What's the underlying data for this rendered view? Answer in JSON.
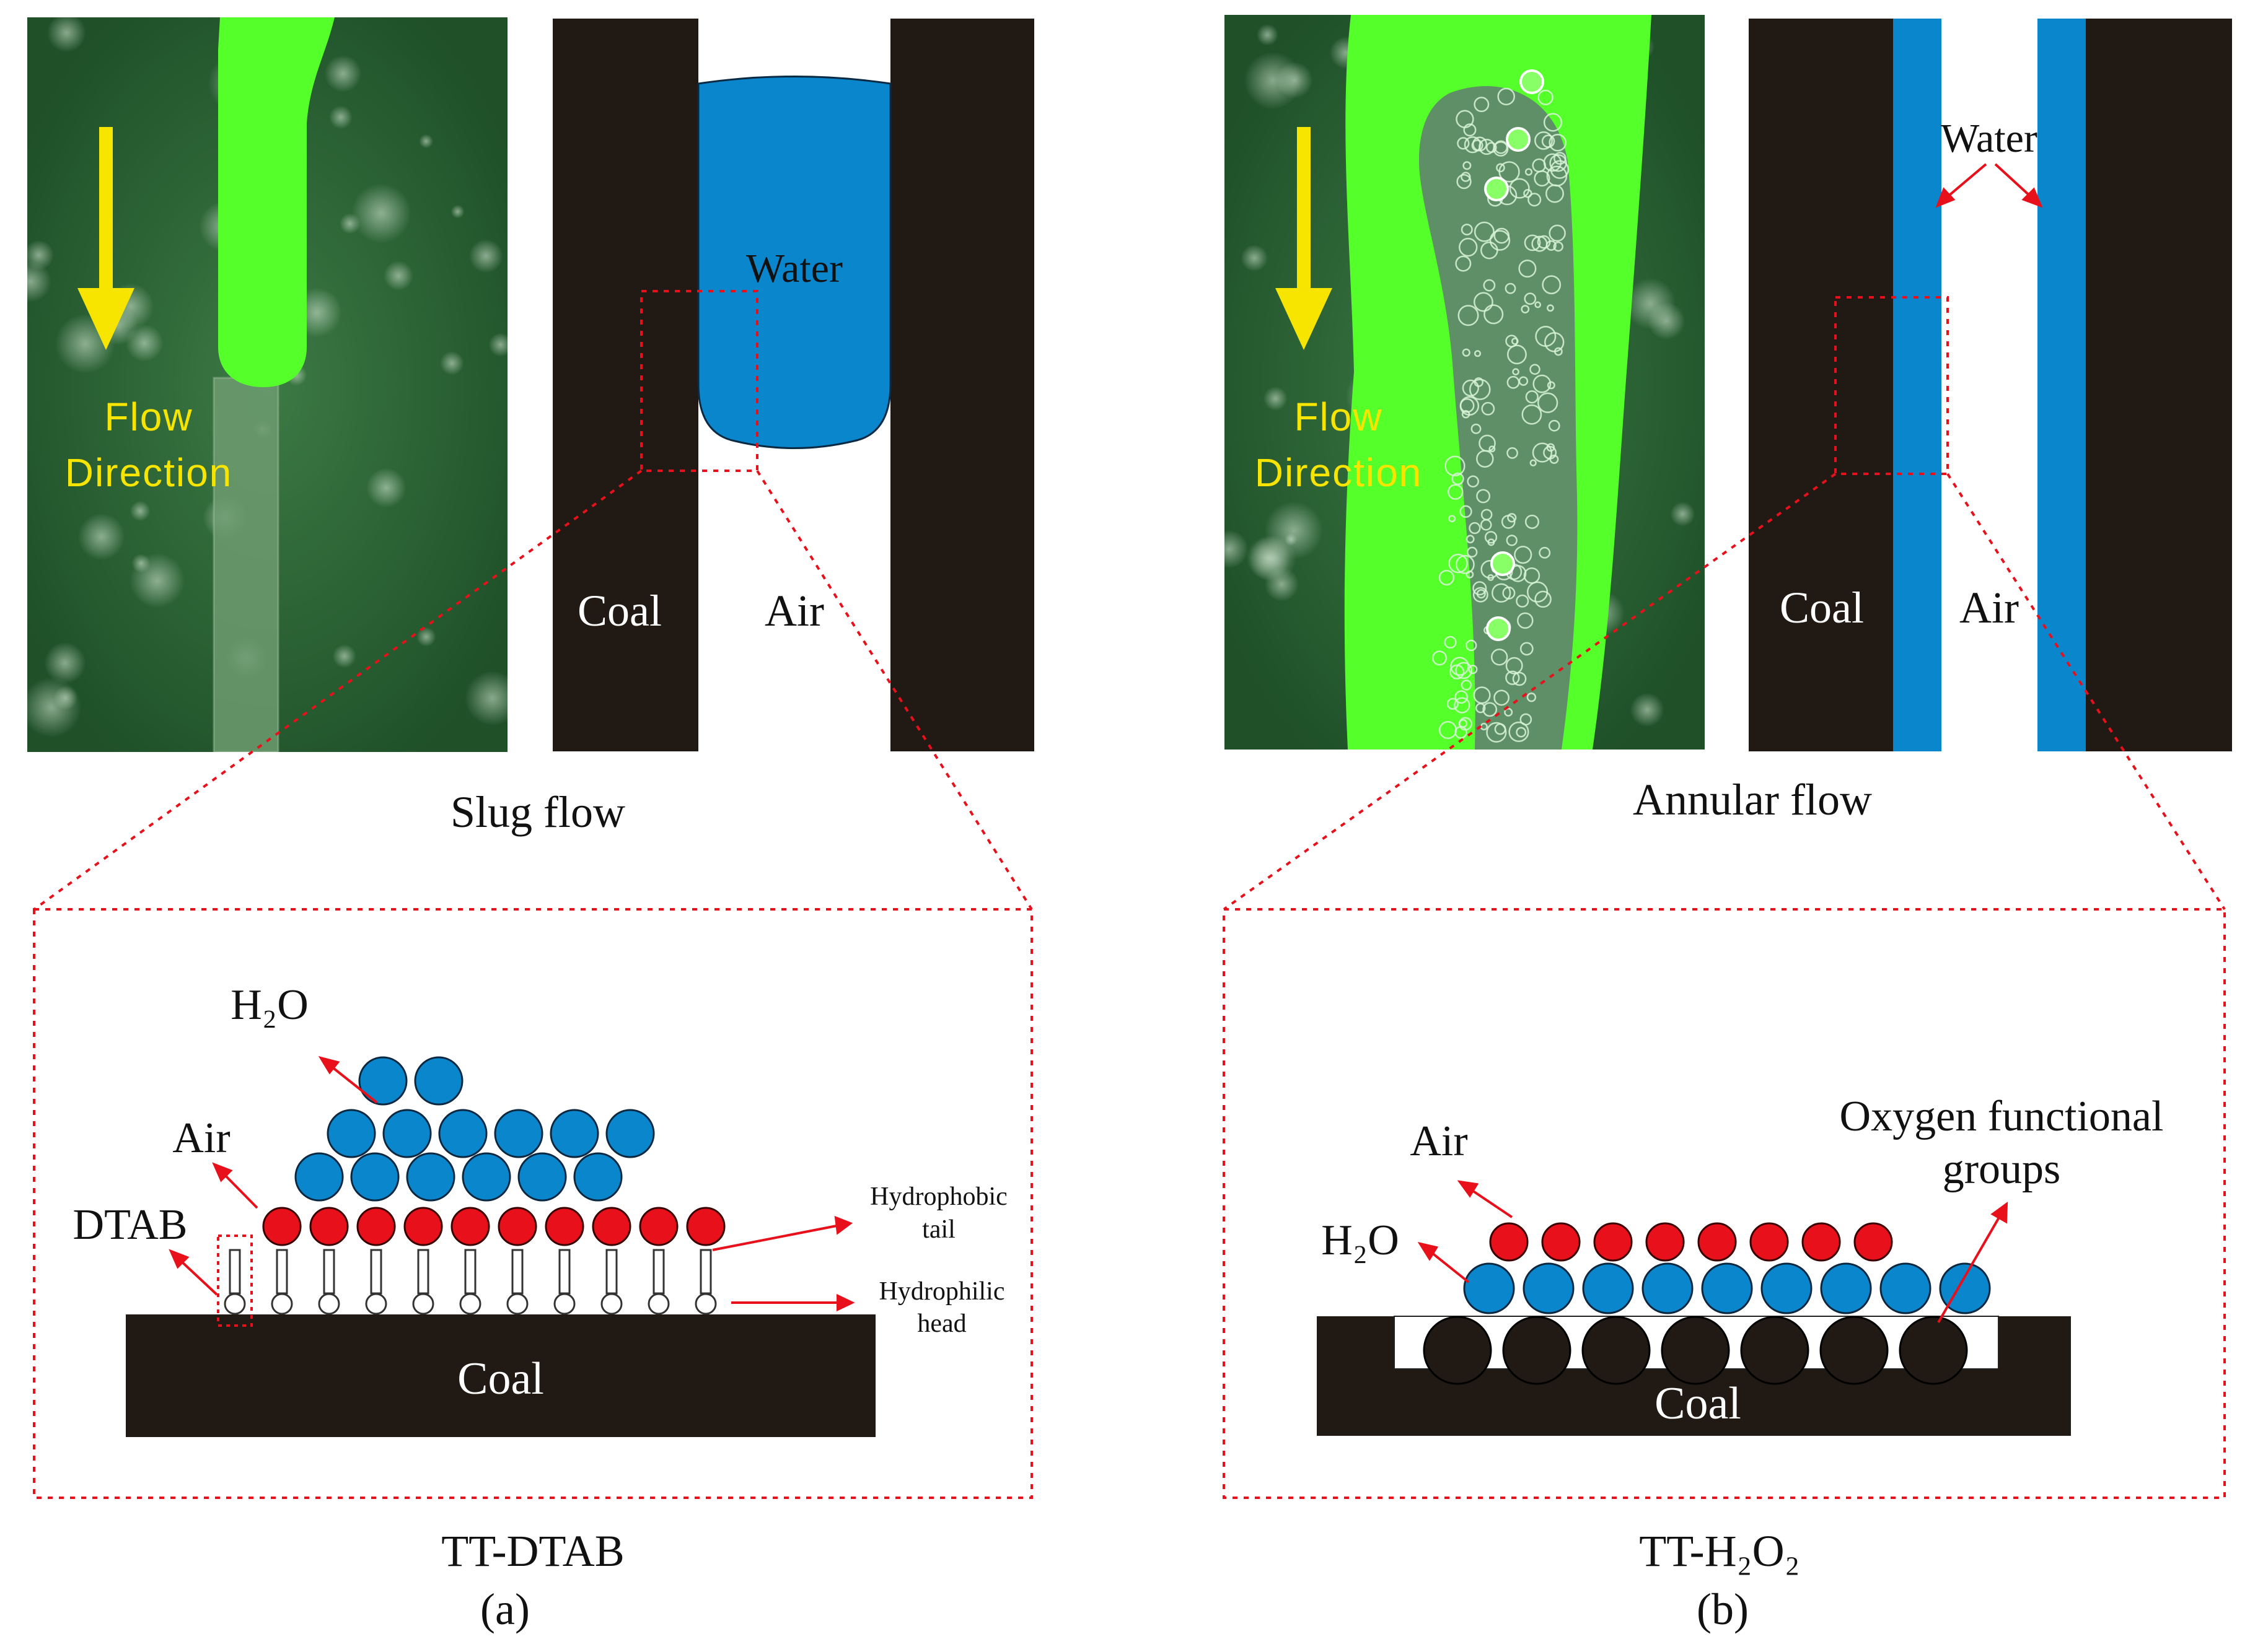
{
  "colors": {
    "coal": "#211a14",
    "water_blue": "#0a86cc",
    "air_red": "#e8101a",
    "dotted_red": "#e8101a",
    "flow_yellow": "#f7e500",
    "photo_green": "#2d6a37",
    "fluid_green": "#55ff2a"
  },
  "panel_a": {
    "photo": {
      "flow_label_1": "Flow",
      "flow_label_2": "Direction",
      "arrow_icon": "arrow-down-icon"
    },
    "schematic": {
      "water": "Water",
      "coal": "Coal",
      "air": "Air"
    },
    "flow_caption": "Slug flow",
    "zoom": {
      "h2o": "H₂O",
      "air": "Air",
      "dtab": "DTAB",
      "hydrophobic_1": "Hydrophobic",
      "hydrophobic_2": "tail",
      "hydrophilic_1": "Hydrophilic",
      "hydrophilic_2": "head",
      "coal": "Coal"
    },
    "caption": "TT-DTAB",
    "label": "(a)"
  },
  "panel_b": {
    "photo": {
      "flow_label_1": "Flow",
      "flow_label_2": "Direction",
      "arrow_icon": "arrow-down-icon"
    },
    "schematic": {
      "water": "Water",
      "coal": "Coal",
      "air": "Air"
    },
    "flow_caption": "Annular flow",
    "zoom": {
      "air": "Air",
      "h2o": "H₂O",
      "oxygen_1": "Oxygen functional",
      "oxygen_2": "groups",
      "coal": "Coal"
    },
    "caption": "TT-H₂O₂",
    "label": "(b)"
  }
}
